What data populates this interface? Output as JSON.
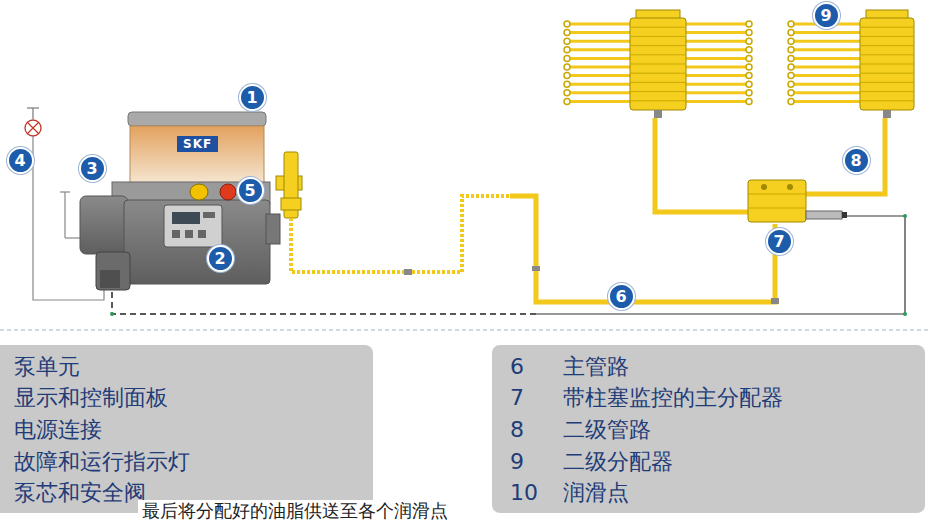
{
  "diagram": {
    "caption": "最后将分配好的油脂供送至各个润滑点",
    "nodes": [
      {
        "text": [
          "1"
        ]
      },
      {
        "text": [
          "2"
        ]
      },
      {
        "text": [
          "3"
        ]
      },
      {
        "text": [
          "4"
        ]
      },
      {
        "text": [
          "5"
        ]
      },
      {
        "text": [
          "6"
        ]
      },
      {
        "text": [
          "7"
        ]
      },
      {
        "text": [
          "8"
        ]
      },
      {
        "text": [
          "9"
        ]
      },
      {
        "text": [
          "泵单元",
          "显示和控制面板",
          "电源连接",
          "故障和运行指示灯",
          "泵芯和安全阀"
        ]
      },
      {
        "text": [
          "6",
          "主管路",
          "7",
          "带柱塞监控的主分配器",
          "8",
          "二级管路",
          "9",
          "二级分配器",
          "10",
          "润滑点"
        ]
      }
    ],
    "labels": [
      "SKF"
    ]
  }
}
